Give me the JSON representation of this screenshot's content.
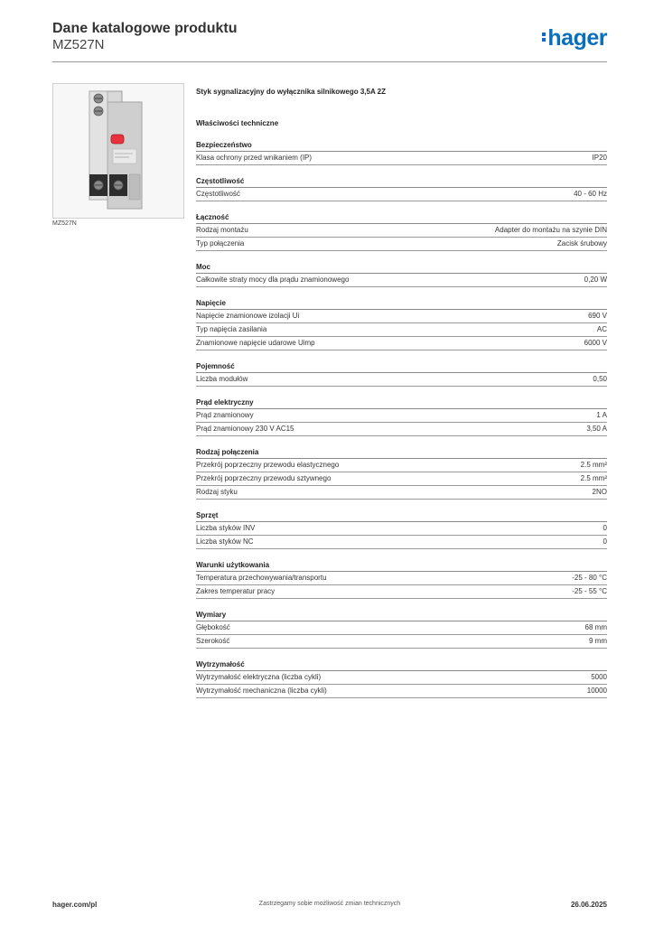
{
  "header": {
    "title": "Dane katalogowe produktu",
    "product_code": "MZ527N",
    "logo_text": "hager"
  },
  "product": {
    "image_caption": "MZ527N",
    "description": "Styk sygnalizacyjny do wyłącznika silnikowego 3,5A 2Z"
  },
  "properties_title": "Właściwości techniczne",
  "sections": [
    {
      "title": "Bezpieczeństwo",
      "rows": [
        {
          "label": "Klasa ochrony przed wnikaniem (IP)",
          "value": "IP20"
        }
      ]
    },
    {
      "title": "Częstotliwość",
      "rows": [
        {
          "label": "Częstotliwość",
          "value": "40 - 60 Hz"
        }
      ]
    },
    {
      "title": "Łączność",
      "rows": [
        {
          "label": "Rodzaj montażu",
          "value": "Adapter do montażu na szynie DIN"
        },
        {
          "label": "Typ połączenia",
          "value": "Zacisk śrubowy"
        }
      ]
    },
    {
      "title": "Moc",
      "rows": [
        {
          "label": "Całkowite straty mocy dla prądu znamionowego",
          "value": "0,20 W"
        }
      ]
    },
    {
      "title": "Napięcie",
      "rows": [
        {
          "label": "Napięcie znamionowe izolacji Ui",
          "value": "690 V"
        },
        {
          "label": "Typ napięcia zasilania",
          "value": "AC"
        },
        {
          "label": "Znamionowe napięcie udarowe Uimp",
          "value": "6000 V"
        }
      ]
    },
    {
      "title": "Pojemność",
      "rows": [
        {
          "label": "Liczba modułów",
          "value": "0,50"
        }
      ]
    },
    {
      "title": "Prąd elektryczny",
      "rows": [
        {
          "label": "Prąd znamionowy",
          "value": "1 A"
        },
        {
          "label": "Prąd znamionowy 230 V AC15",
          "value": "3,50 A"
        }
      ]
    },
    {
      "title": "Rodzaj połączenia",
      "rows": [
        {
          "label": "Przekrój poprzeczny przewodu elastycznego",
          "value": "2.5 mm²"
        },
        {
          "label": "Przekrój poprzeczny przewodu sztywnego",
          "value": "2.5 mm²"
        },
        {
          "label": "Rodzaj styku",
          "value": "2NO"
        }
      ]
    },
    {
      "title": "Sprzęt",
      "rows": [
        {
          "label": "Liczba styków INV",
          "value": "0"
        },
        {
          "label": "Liczba styków NC",
          "value": "0"
        }
      ]
    },
    {
      "title": "Warunki użytkowania",
      "rows": [
        {
          "label": "Temperatura przechowywania/transportu",
          "value": "-25 - 80 °C"
        },
        {
          "label": "Zakres temperatur pracy",
          "value": "-25 - 55 °C"
        }
      ]
    },
    {
      "title": "Wymiary",
      "rows": [
        {
          "label": "Głębokość",
          "value": "68 mm"
        },
        {
          "label": "Szerokość",
          "value": "9 mm"
        }
      ]
    },
    {
      "title": "Wytrzymałość",
      "rows": [
        {
          "label": "Wytrzymałość elektryczna (liczba cykli)",
          "value": "5000"
        },
        {
          "label": "Wytrzymałość mechaniczna (liczba cykli)",
          "value": "10000"
        }
      ]
    }
  ],
  "footer": {
    "website": "hager.com/pl",
    "disclaimer": "Zastrzegamy sobie możliwość zmian technicznych",
    "date": "26.06.2025"
  },
  "colors": {
    "brand": "#0a6fb8",
    "indicator": "#e8323c"
  },
  "icons": {
    "logo": "hager-logo"
  }
}
